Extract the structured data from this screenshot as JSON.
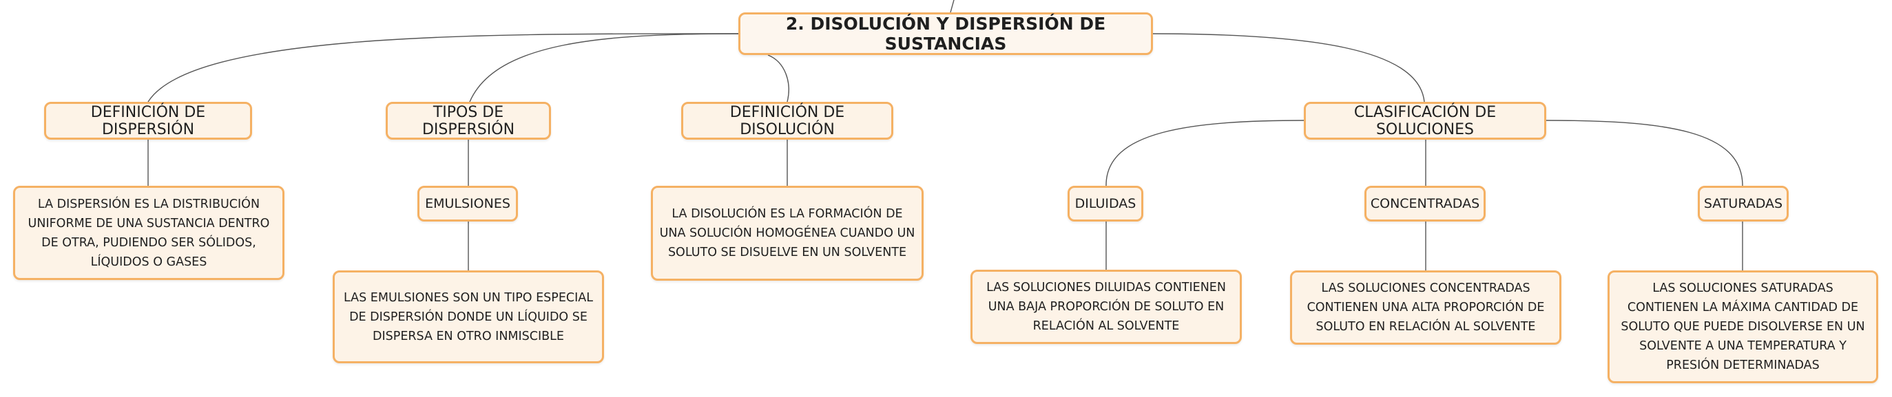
{
  "root": {
    "label": "2. DISOLUCIÓN Y DISPERSIÓN DE SUSTANCIAS"
  },
  "topics": [
    {
      "label": "DEFINICIÓN DE DISPERSIÓN",
      "detail": "LA DISPERSIÓN ES LA DISTRIBUCIÓN UNIFORME DE UNA SUSTANCIA DENTRO DE OTRA, PUDIENDO SER SÓLIDOS, LÍQUIDOS O GASES"
    },
    {
      "label": "TIPOS DE DISPERSIÓN",
      "subtopic": "EMULSIONES",
      "detail": "LAS EMULSIONES SON UN TIPO ESPECIAL DE DISPERSIÓN DONDE UN LÍQUIDO SE DISPERSA EN OTRO INMISCIBLE"
    },
    {
      "label": "DEFINICIÓN DE DISOLUCIÓN",
      "detail": "LA DISOLUCIÓN ES LA FORMACIÓN DE UNA SOLUCIÓN HOMOGÉNEA CUANDO UN SOLUTO SE DISUELVE EN UN SOLVENTE"
    },
    {
      "label": "CLASIFICACIÓN DE SOLUCIONES",
      "children": [
        {
          "label": "DILUIDAS",
          "detail": "LAS SOLUCIONES DILUIDAS CONTIENEN UNA BAJA PROPORCIÓN DE SOLUTO EN RELACIÓN AL SOLVENTE"
        },
        {
          "label": "CONCENTRADAS",
          "detail": "LAS SOLUCIONES CONCENTRADAS CONTIENEN UNA ALTA PROPORCIÓN DE SOLUTO EN RELACIÓN AL SOLVENTE"
        },
        {
          "label": "SATURADAS",
          "detail": "LAS SOLUCIONES SATURADAS CONTIENEN LA MÁXIMA CANTIDAD DE SOLUTO QUE PUEDE DISOLVERSE EN UN SOLVENTE A UNA TEMPERATURA Y PRESIÓN DETERMINADAS"
        }
      ]
    }
  ],
  "colors": {
    "node_border": "#f5b164",
    "node_fill": "#fdf3e7",
    "connector": "#555555"
  }
}
